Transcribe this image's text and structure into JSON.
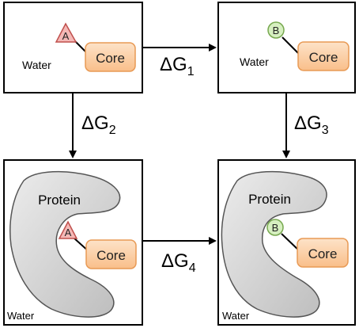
{
  "states": {
    "top_left": {
      "medium": "Water",
      "core": "Core",
      "substituent": "A"
    },
    "top_right": {
      "medium": "Water",
      "core": "Core",
      "substituent": "B"
    },
    "bottom_left": {
      "medium": "Water",
      "protein": "Protein",
      "core": "Core",
      "substituent": "A"
    },
    "bottom_right": {
      "medium": "Water",
      "protein": "Protein",
      "core": "Core",
      "substituent": "B"
    }
  },
  "transitions": {
    "dg1": {
      "symbol": "ΔG",
      "sub": "1"
    },
    "dg2": {
      "symbol": "ΔG",
      "sub": "2"
    },
    "dg3": {
      "symbol": "ΔG",
      "sub": "3"
    },
    "dg4": {
      "symbol": "ΔG",
      "sub": "4"
    }
  },
  "colors": {
    "core_fill": "#fbd0a8",
    "core_stroke": "#e89a55",
    "a_fill": "#f4b8b6",
    "a_stroke": "#c0504d",
    "b_fill": "#d6efc0",
    "b_stroke": "#77a84f",
    "protein_fill": "#d6d6d6",
    "protein_stroke": "#555555"
  }
}
